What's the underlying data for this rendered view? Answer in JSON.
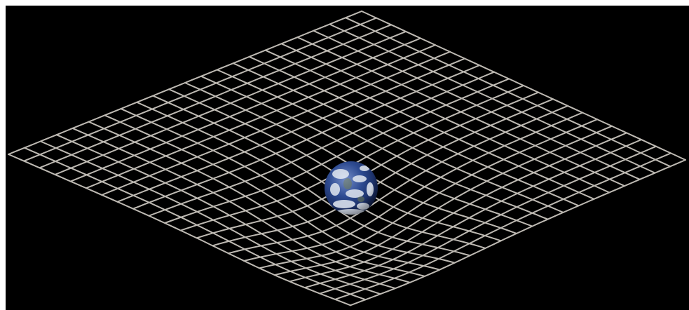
{
  "scene": {
    "subject": "earth-on-spacetime-grid",
    "colors": {
      "border": "#ffffff",
      "space": "#000000",
      "grid_line": "#cfcac3",
      "ocean": "#2c4a93",
      "cloud": "#e7edf5"
    },
    "grid": {
      "line_families": 2,
      "lines_per_family": 23,
      "curvature": "dip-toward-planet"
    }
  }
}
